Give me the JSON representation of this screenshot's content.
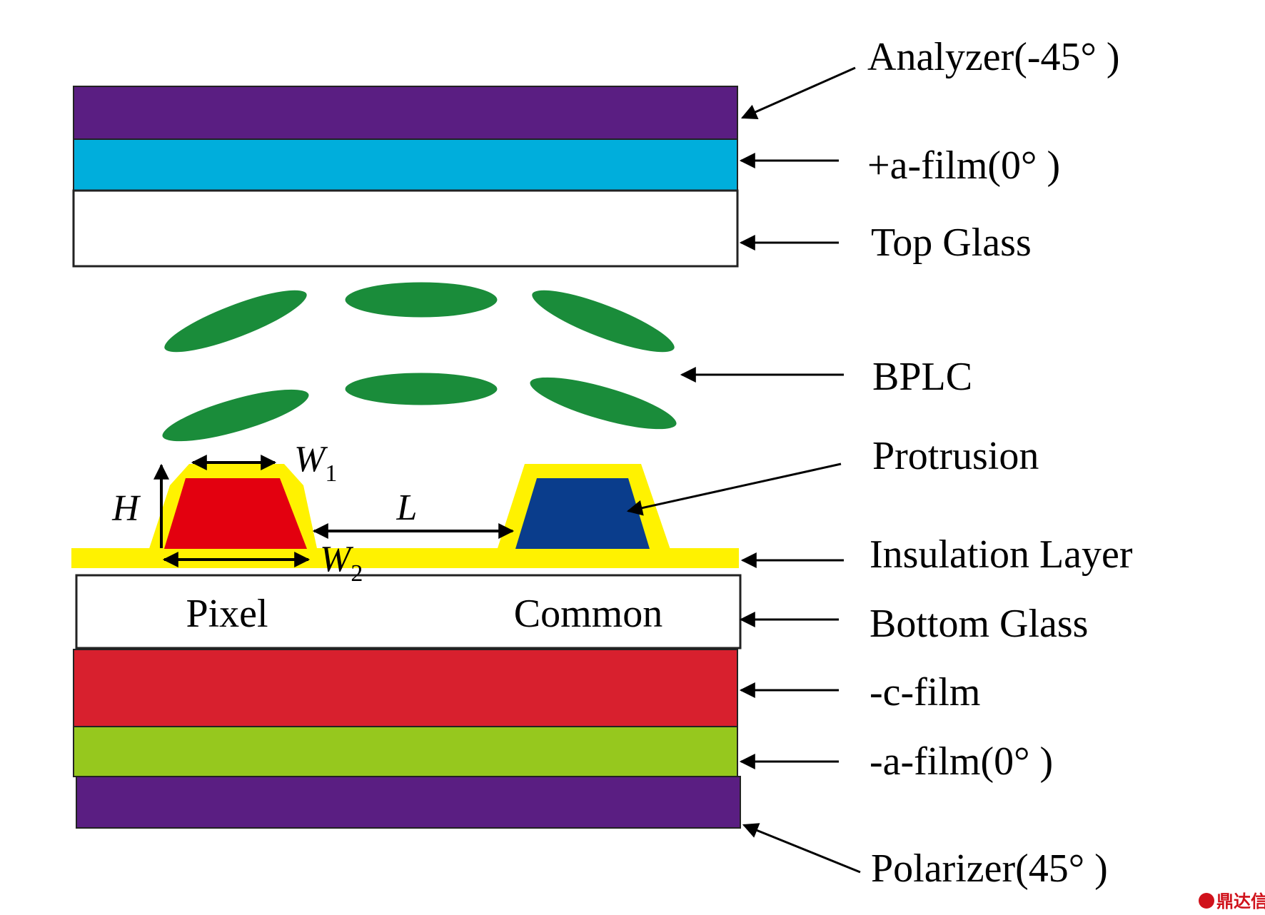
{
  "labels": {
    "analyzer": "Analyzer(-45° )",
    "a_film_top": "+a-film(0° )",
    "top_glass": "Top Glass",
    "bplc": "BPLC",
    "protrusion": "Protrusion",
    "insulation": "Insulation Layer",
    "bottom_glass": "Bottom Glass",
    "c_film": "-c-film",
    "a_film_bottom": "-a-film(0° )",
    "polarizer": "Polarizer(45° )"
  },
  "electrodes": {
    "pixel": "Pixel",
    "common": "Common"
  },
  "dimensions": {
    "h": "H",
    "w1": "W",
    "w1_sub": "1",
    "w2": "W",
    "w2_sub": "2",
    "l": "L"
  },
  "watermark": "鼎达信",
  "colors": {
    "analyzer": "#5a1e82",
    "a_film_top": "#00aedc",
    "glass": "#ffffff",
    "lc": "#1a8c3a",
    "insulation": "#fff200",
    "pixel_electrode": "#e3000f",
    "common_electrode": "#0a3d8c",
    "c_film": "#d8202e",
    "a_film_bottom": "#96c81e",
    "polarizer": "#5a1e82"
  }
}
